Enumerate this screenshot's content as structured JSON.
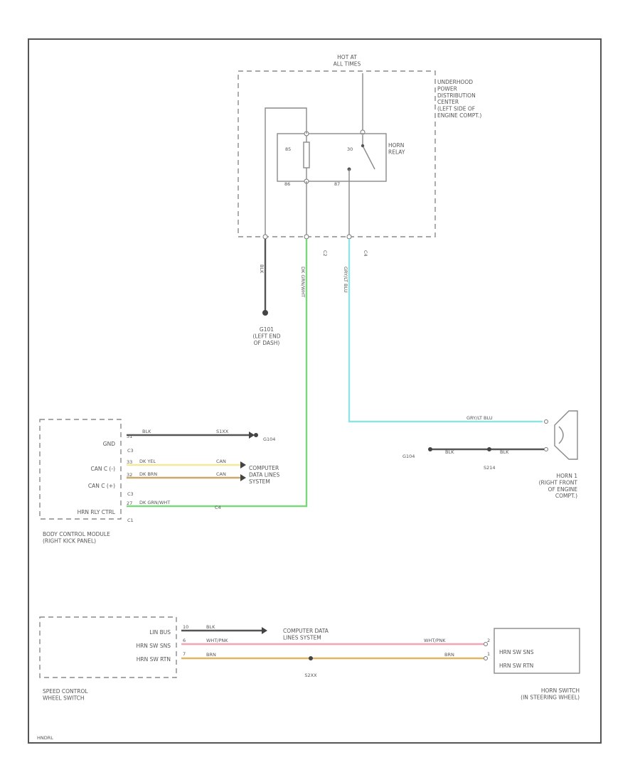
{
  "colors": {
    "black_wire": "#555555",
    "green_wire": "#7cd67c",
    "blue_wire": "#8fe3e3",
    "yellow_wire": "#f3e99a",
    "brown_wire": "#c9a86a",
    "pink_wire": "#f2a5b5",
    "orange_wire": "#e0b566"
  },
  "pdc": {
    "hot_label": "HOT AT\nALL TIMES",
    "name": "UNDERHOOD\nPOWER\nDISTRIBUTION\nCENTER\n(LEFT SIDE OF\nENGINE COMPT.)",
    "relay_label": "HORN\nRELAY",
    "pin_30": "30",
    "pin_85": "85",
    "pin_86": "86",
    "pin_87": "87",
    "conn_c2": "C2",
    "conn_c4": "C4"
  },
  "ground": {
    "wire_color": "BLK",
    "label": "G101\n(LEFT END\nOF DASH)"
  },
  "green_wire_label": "DK GRN/WHT",
  "blue_wire_label": "GRY/LT BLU",
  "bcm": {
    "pin_gnd": "GND",
    "pin_canc_l": "CAN C (-)",
    "pin_canc_h": "CAN C (+)",
    "pin_horn_ctrl": "HRN RLY CTRL",
    "c3_a": "C3",
    "c3_b": "C3",
    "c1": "C1",
    "w_blk": "BLK",
    "w_yel": "DK YEL",
    "w_brn": "DK BRN",
    "w_grn": "DK GRN/WHT",
    "pin1": "31",
    "pin2": "33",
    "pin3": "32",
    "pin4": "27",
    "gnd_splice": "S1XX",
    "g_label": "G104",
    "can_l_tag": "CAN",
    "can_h_tag": "CAN",
    "c4_tag": "C4",
    "cdl_label": "COMPUTER\nDATA LINES\nSYSTEM",
    "name": "BODY CONTROL MODULE\n(RIGHT KICK PANEL)"
  },
  "horn": {
    "blu_label": "GRY/LT BLU",
    "blk_label_1": "BLK",
    "blk_label_2": "BLK",
    "g_left": "G104",
    "g_right": "S214",
    "name": "HORN 1\n(RIGHT FRONT\nOF ENGINE\nCOMPT.)"
  },
  "speed": {
    "pin_linbus": "LIN BUS",
    "pin_sense": "HRN SW SNS",
    "pin_rtn": "HRN SW RTN",
    "p1": "10",
    "p2": "6",
    "p3": "7",
    "w_blk": "BLK",
    "w_pnk": "WHT/PNK",
    "w_brn": "BRN",
    "cdl_label": "COMPUTER DATA\nLINES SYSTEM",
    "splice": "S2XX",
    "name": "SPEED CONTROL\nWHEEL SWITCH"
  },
  "horn_switch": {
    "pin_sense": "HRN SW SNS",
    "pin_rtn": "HRN SW RTN",
    "w_pnk": "WHT/PNK",
    "w_brn": "BRN",
    "p1": "2",
    "p2": "1",
    "name": "HORN SWITCH\n(IN STEERING WHEEL)"
  },
  "footer_code": "HNDRL"
}
